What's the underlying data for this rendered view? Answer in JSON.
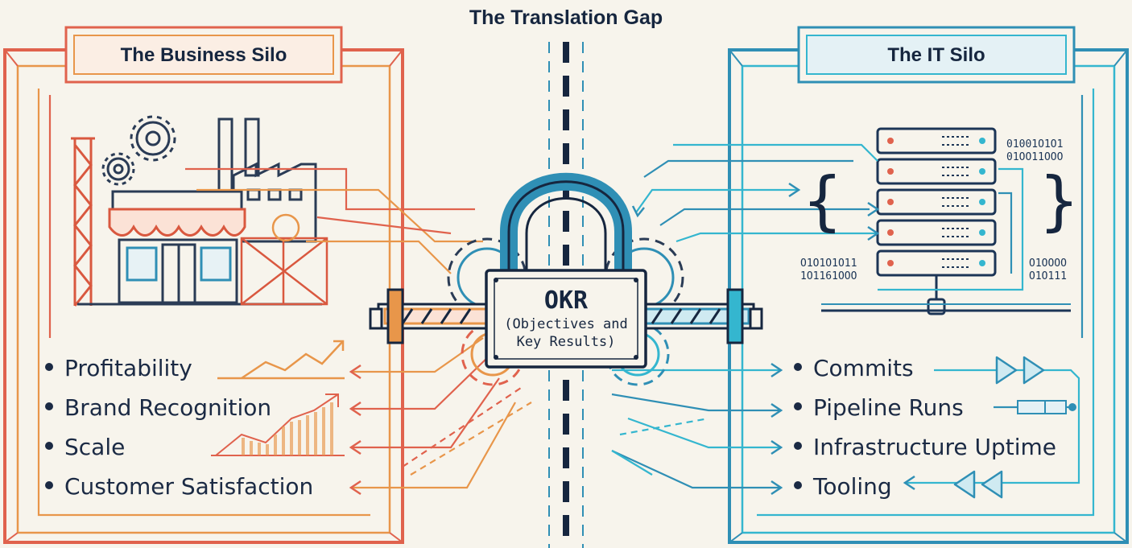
{
  "header": {
    "title": "The Translation Gap"
  },
  "business_silo": {
    "title": "The Business Silo",
    "items": [
      {
        "label": "Profitability"
      },
      {
        "label": "Brand Recognition"
      },
      {
        "label": "Scale"
      },
      {
        "label": "Customer Satisfaction"
      }
    ]
  },
  "it_silo": {
    "title": "The IT Silo",
    "items": [
      {
        "label": "Commits"
      },
      {
        "label": "Pipeline Runs"
      },
      {
        "label": "Infrastructure Uptime"
      },
      {
        "label": "Tooling"
      }
    ],
    "binary": {
      "top_line1": "01001O1O1",
      "top_line2": "01OO11OOO",
      "left_line1": "O1O1O1O11",
      "left_line2": "1O1161OOO",
      "right_line1": "O1OOOO",
      "right_line2": "O1O111"
    },
    "brace_open": "{",
    "brace_close": "}"
  },
  "center": {
    "okr_title": "OKR",
    "okr_subtitle_line1": "(Objectives and",
    "okr_subtitle_line2": "Key Results)"
  },
  "colors": {
    "business_red": "#e0624d",
    "business_orange": "#e8964a",
    "it_blue": "#2f8fb5",
    "it_cyan": "#34b6cf",
    "navy": "#16263f",
    "background": "#f7f4ec"
  },
  "icons": {
    "business": [
      "factory-icon",
      "storefront-icon",
      "gear-icon",
      "scaffold-icon",
      "bar-chart-icon",
      "trend-line-icon"
    ],
    "it": [
      "server-rack-icon",
      "fast-forward-icon",
      "rewind-icon",
      "progress-bar-icon"
    ],
    "center": [
      "padlock-icon",
      "clamp-bar-icon",
      "gear-icon"
    ]
  }
}
